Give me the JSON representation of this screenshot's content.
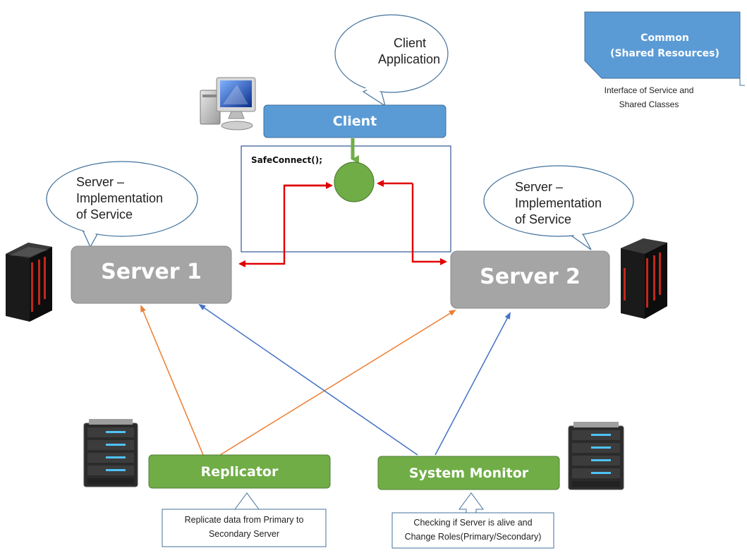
{
  "client": {
    "label": "Client",
    "bubble_line1": "Client",
    "bubble_line2": "Application"
  },
  "common": {
    "line1": "Common",
    "line2": "(Shared Resources)",
    "note_line1": "Interface of Service and",
    "note_line2": "Shared Classes"
  },
  "connect": {
    "call": "SafeConnect();"
  },
  "server1": {
    "label": "Server 1",
    "bubble_line1": "Server –",
    "bubble_line2": "Implementation",
    "bubble_line3": "of Service"
  },
  "server2": {
    "label": "Server 2",
    "bubble_line1": "Server –",
    "bubble_line2": "Implementation",
    "bubble_line3": "of Service"
  },
  "replicator": {
    "label": "Replicator",
    "note_line1": "Replicate data from Primary to",
    "note_line2": "Secondary Server"
  },
  "monitor": {
    "label": "System Monitor",
    "note_line1": "Checking if Server is alive and",
    "note_line2": "Change Roles(Primary/Secondary)"
  },
  "colors": {
    "blue_box": "#5b9bd5",
    "gray_box": "#a5a5a5",
    "green_box": "#70ad47",
    "red_arrow": "#e00000",
    "orange_arrow": "#ed7d31",
    "blue_arrow": "#4472c4",
    "green_arrow": "#70ad47"
  }
}
